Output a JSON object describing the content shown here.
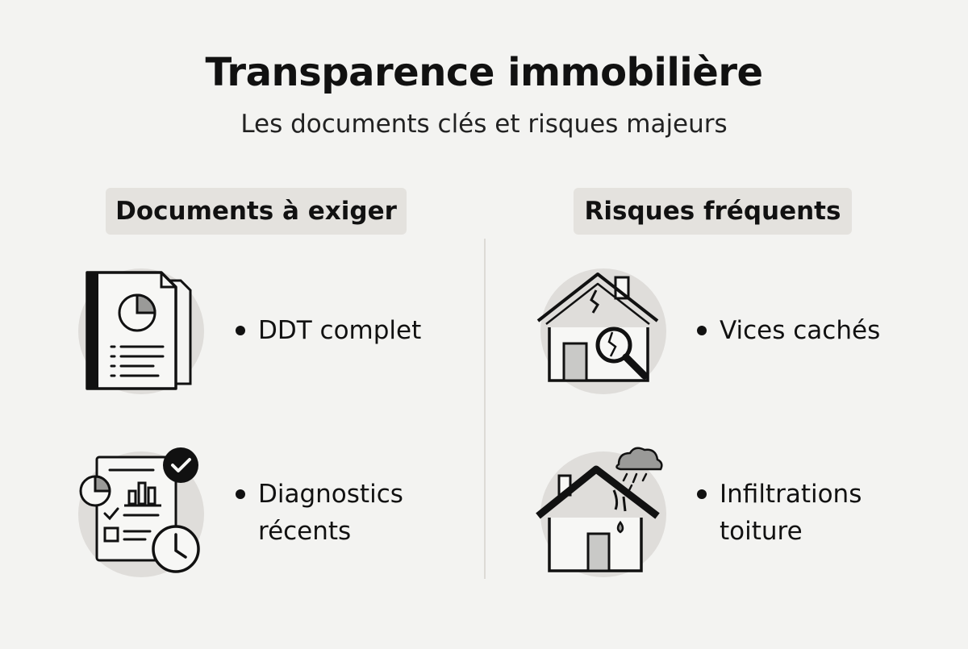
{
  "header": {
    "title": "Transparence immobilière",
    "subtitle": "Les documents clés et risques majeurs"
  },
  "left": {
    "heading": "Documents à exiger",
    "items": [
      {
        "label": "DDT complet",
        "icon": "document-folder-pie-chart-icon"
      },
      {
        "label": "Diagnostics récents",
        "label_line1": "Diagnostics",
        "label_line2": "récents",
        "icon": "diagnostics-report-clock-check-icon"
      }
    ]
  },
  "right": {
    "heading": "Risques fréquents",
    "items": [
      {
        "label": "Vices cachés",
        "icon": "cracked-house-magnifier-icon"
      },
      {
        "label": "Infiltrations toiture",
        "label_line1": "Infiltrations",
        "label_line2": "toiture",
        "icon": "house-roof-leak-rain-icon"
      }
    ]
  },
  "colors": {
    "background": "#f3f3f1",
    "pill": "#e4e2de",
    "icon_circle": "#dfddda",
    "ink": "#111111"
  }
}
